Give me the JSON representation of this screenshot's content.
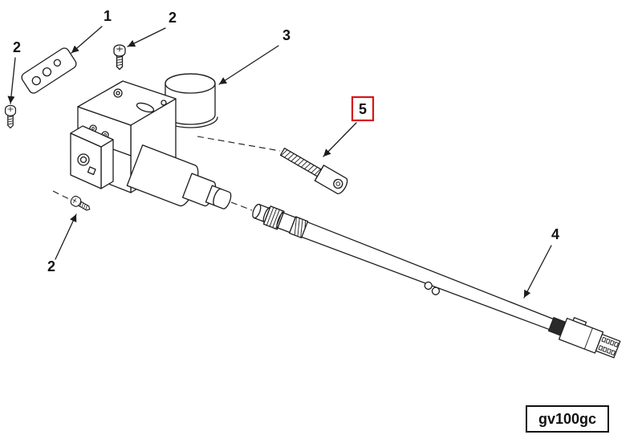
{
  "figure": {
    "type": "exploded-parts-diagram",
    "part_code": "gv100gc",
    "colors": {
      "line": "#1c1c1c",
      "highlight": "#d41616",
      "background": "#ffffff"
    },
    "callouts": [
      {
        "label": "1",
        "part": "mounting-gasket",
        "highlighted": false
      },
      {
        "label": "2",
        "part": "screw-top",
        "highlighted": false
      },
      {
        "label": "2",
        "part": "screw-left",
        "highlighted": false
      },
      {
        "label": "3",
        "part": "solenoid-cap",
        "highlighted": false
      },
      {
        "label": "5",
        "part": "socket-head-bolt",
        "highlighted": true
      },
      {
        "label": "2",
        "part": "screw-bottom",
        "highlighted": false
      },
      {
        "label": "4",
        "part": "wiring-harness",
        "highlighted": false
      }
    ]
  }
}
